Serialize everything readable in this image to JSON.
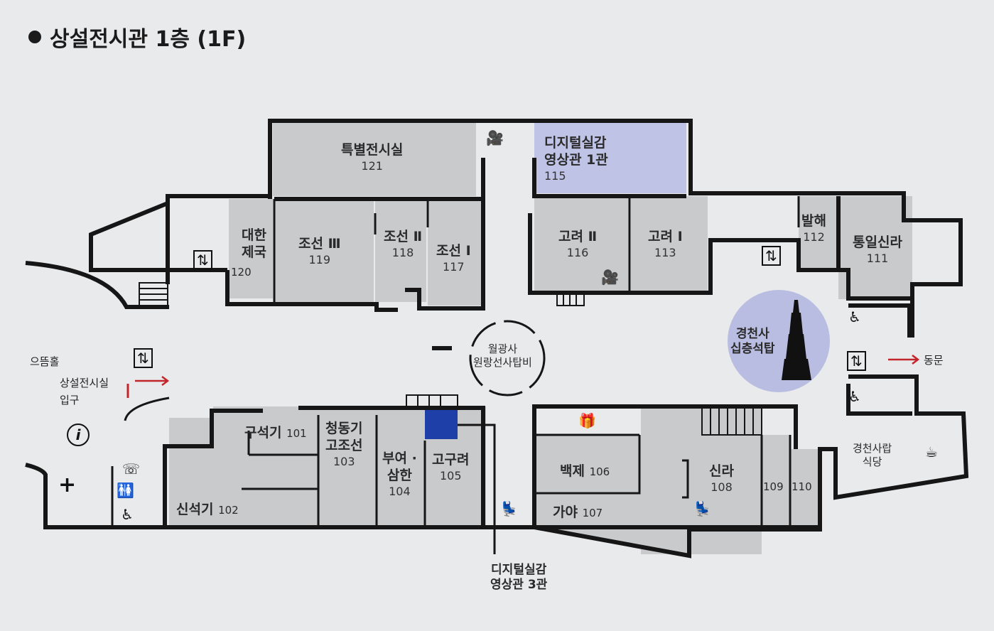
{
  "title": "상설전시관 1층 (1F)",
  "rooms": {
    "r121": {
      "name": "특별전시실",
      "num": "121"
    },
    "r115": {
      "name1": "디지털실감",
      "name2": "영상관 1관",
      "num": "115"
    },
    "r120": {
      "name1": "대한",
      "name2": "제국",
      "num": "120"
    },
    "r119": {
      "name": "조선 Ⅲ",
      "num": "119"
    },
    "r118": {
      "name": "조선 Ⅱ",
      "num": "118"
    },
    "r117": {
      "name": "조선 Ⅰ",
      "num": "117"
    },
    "r116": {
      "name": "고려 Ⅱ",
      "num": "116"
    },
    "r113": {
      "name": "고려 Ⅰ",
      "num": "113"
    },
    "r112": {
      "name": "발해",
      "num": "112"
    },
    "r111": {
      "name": "통일신라",
      "num": "111"
    },
    "r101": {
      "name": "구석기",
      "num": "101"
    },
    "r102": {
      "name": "신석기",
      "num": "102"
    },
    "r103": {
      "name1": "청동기",
      "name2": "고조선",
      "num": "103"
    },
    "r104": {
      "name1": "부여 ·",
      "name2": "삼한",
      "num": "104"
    },
    "r105": {
      "name": "고구려",
      "num": "105"
    },
    "r106": {
      "name": "백제",
      "num": "106"
    },
    "r107": {
      "name": "가야",
      "num": "107"
    },
    "r108": {
      "name": "신라",
      "num": "108"
    },
    "r109": {
      "num": "109"
    },
    "r110": {
      "num": "110"
    }
  },
  "landmarks": {
    "wolgwangsa": {
      "line1": "월광사",
      "line2": "원랑선사탑비"
    },
    "gyeongcheonsa": {
      "line1": "경천사",
      "line2": "십층석탑"
    },
    "digital3": {
      "line1": "디지털실감",
      "line2": "영상관 3관"
    },
    "restaurant": {
      "line1": "경천사랍",
      "line2": "식당"
    }
  },
  "notes": {
    "eutteum": "으뜸홀",
    "entrance1": "상설전시실",
    "entrance2": "입구",
    "east_gate": "동문"
  },
  "icons": {
    "info": "i",
    "first_aid": "+",
    "phone": "☏",
    "wheelchair": "♿",
    "restroom": "🚻",
    "elevator": "⇅",
    "camera": "🎥",
    "gift": "🎁",
    "seat": "💺",
    "cafe": "☕"
  },
  "colors": {
    "room_gray": "#c9cacc",
    "wall": "#161616",
    "digital_purple": "#bfc3e6",
    "accent_blue": "#1e3fa8",
    "pagoda_circle": "#b9bde2",
    "arrow_red": "#c2262b"
  }
}
